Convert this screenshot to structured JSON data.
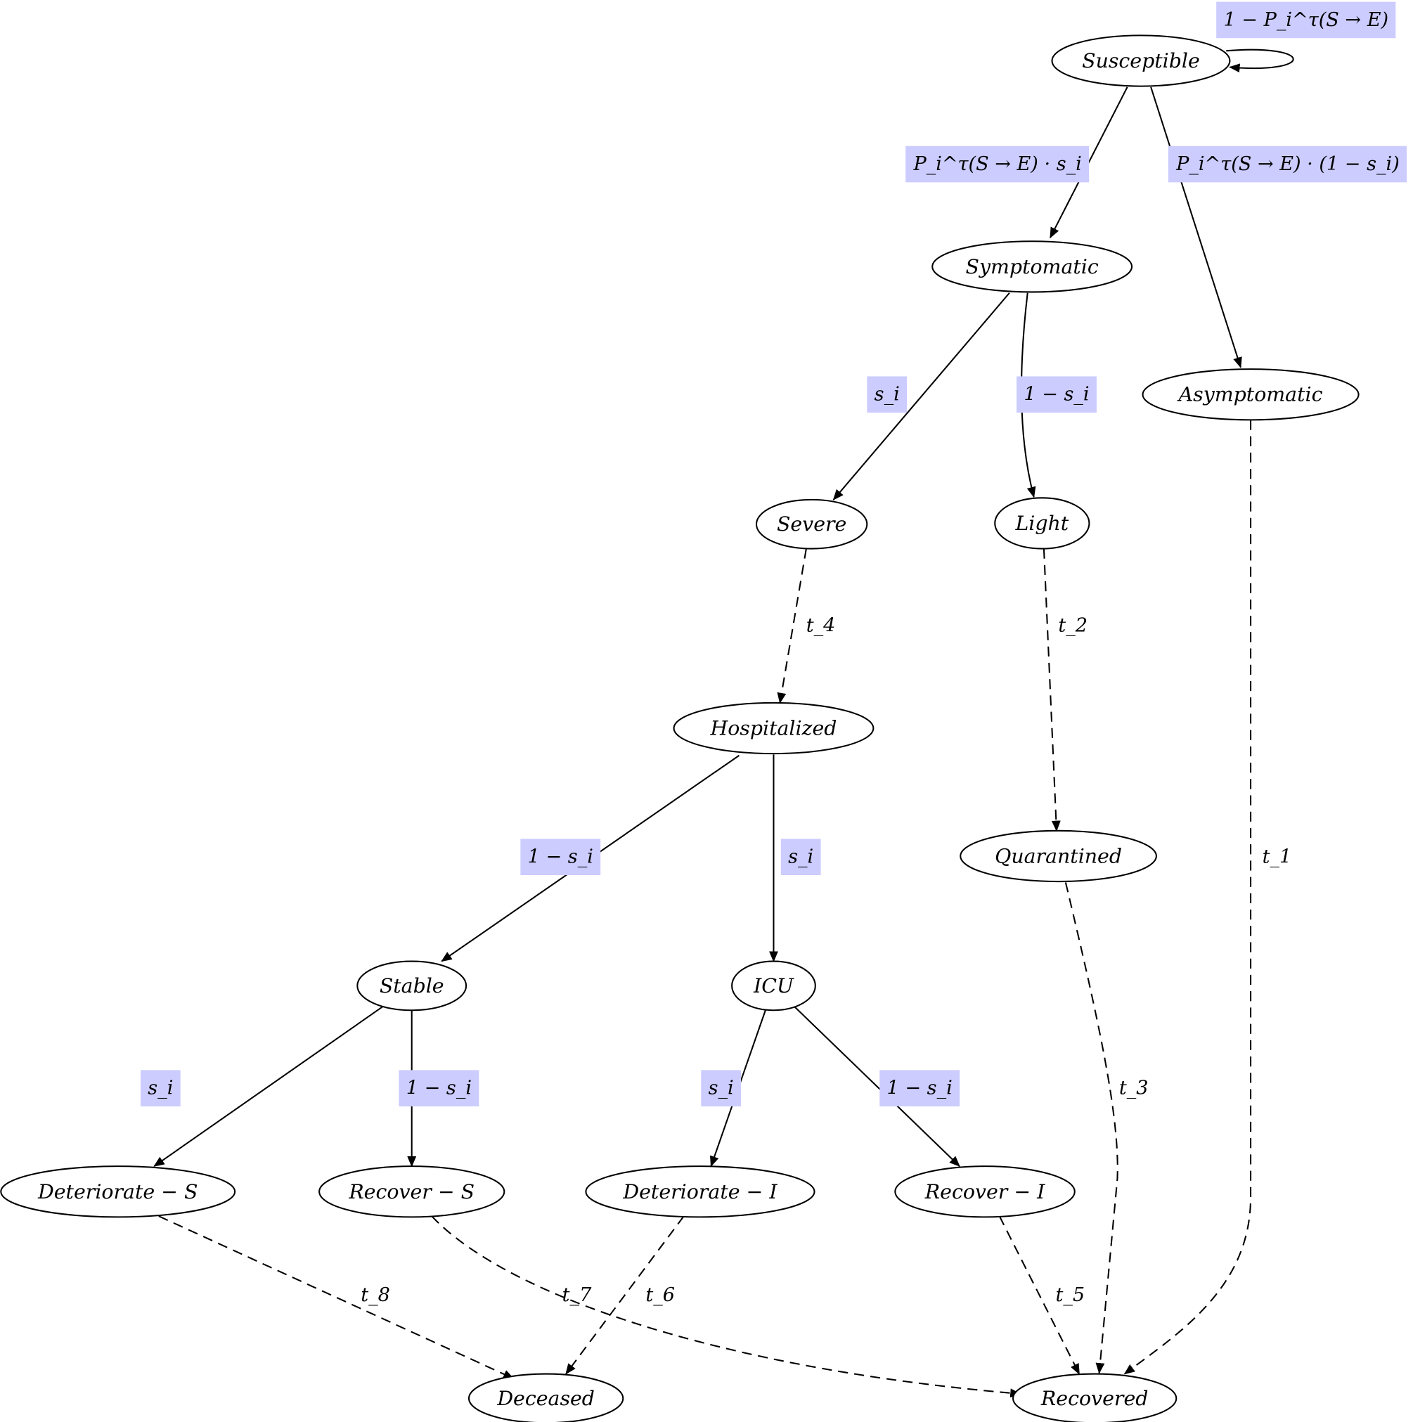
{
  "colors": {
    "label_box": "#ccccff",
    "stroke": "#000000"
  },
  "nodes": [
    {
      "id": "susceptible",
      "label": "Susceptible"
    },
    {
      "id": "symptomatic",
      "label": "Symptomatic"
    },
    {
      "id": "asymptomatic",
      "label": "Asymptomatic"
    },
    {
      "id": "severe",
      "label": "Severe"
    },
    {
      "id": "light",
      "label": "Light"
    },
    {
      "id": "hospitalized",
      "label": "Hospitalized"
    },
    {
      "id": "quarantined",
      "label": "Quarantined"
    },
    {
      "id": "stable",
      "label": "Stable"
    },
    {
      "id": "icu",
      "label": "ICU"
    },
    {
      "id": "deteriorate-s",
      "label": "Deteriorate − S"
    },
    {
      "id": "recover-s",
      "label": "Recover − S"
    },
    {
      "id": "deteriorate-i",
      "label": "Deteriorate − I"
    },
    {
      "id": "recover-i",
      "label": "Recover − I"
    },
    {
      "id": "deceased",
      "label": "Deceased"
    },
    {
      "id": "recovered",
      "label": "Recovered"
    }
  ],
  "edges": [
    {
      "from": "susceptible",
      "to": "susceptible",
      "label": "1 − P_i^τ(S → E)",
      "style": "solid",
      "boxed": true
    },
    {
      "from": "susceptible",
      "to": "symptomatic",
      "label": "P_i^τ(S → E) · s_i",
      "style": "solid",
      "boxed": true
    },
    {
      "from": "susceptible",
      "to": "asymptomatic",
      "label": "P_i^τ(S → E) · (1 − s_i)",
      "style": "solid",
      "boxed": true
    },
    {
      "from": "symptomatic",
      "to": "severe",
      "label": "s_i",
      "style": "solid",
      "boxed": true
    },
    {
      "from": "symptomatic",
      "to": "light",
      "label": "1 − s_i",
      "style": "solid",
      "boxed": true
    },
    {
      "from": "asymptomatic",
      "to": "recovered",
      "label": "t_1",
      "style": "dashed",
      "boxed": false
    },
    {
      "from": "severe",
      "to": "hospitalized",
      "label": "t_4",
      "style": "dashed",
      "boxed": false
    },
    {
      "from": "light",
      "to": "quarantined",
      "label": "t_2",
      "style": "dashed",
      "boxed": false
    },
    {
      "from": "hospitalized",
      "to": "stable",
      "label": "1 − s_i",
      "style": "solid",
      "boxed": true
    },
    {
      "from": "hospitalized",
      "to": "icu",
      "label": "s_i",
      "style": "solid",
      "boxed": true
    },
    {
      "from": "quarantined",
      "to": "recovered",
      "label": "t_3",
      "style": "dashed",
      "boxed": false
    },
    {
      "from": "stable",
      "to": "deteriorate-s",
      "label": "s_i",
      "style": "solid",
      "boxed": true
    },
    {
      "from": "stable",
      "to": "recover-s",
      "label": "1 − s_i",
      "style": "solid",
      "boxed": true
    },
    {
      "from": "icu",
      "to": "deteriorate-i",
      "label": "s_i",
      "style": "solid",
      "boxed": true
    },
    {
      "from": "icu",
      "to": "recover-i",
      "label": "1 − s_i",
      "style": "solid",
      "boxed": true
    },
    {
      "from": "deteriorate-s",
      "to": "deceased",
      "label": "t_8",
      "style": "dashed",
      "boxed": false
    },
    {
      "from": "recover-s",
      "to": "recovered",
      "label": "t_7",
      "style": "dashed",
      "boxed": false
    },
    {
      "from": "deteriorate-i",
      "to": "deceased",
      "label": "t_6",
      "style": "dashed",
      "boxed": false
    },
    {
      "from": "recover-i",
      "to": "recovered",
      "label": "t_5",
      "style": "dashed",
      "boxed": false
    }
  ]
}
